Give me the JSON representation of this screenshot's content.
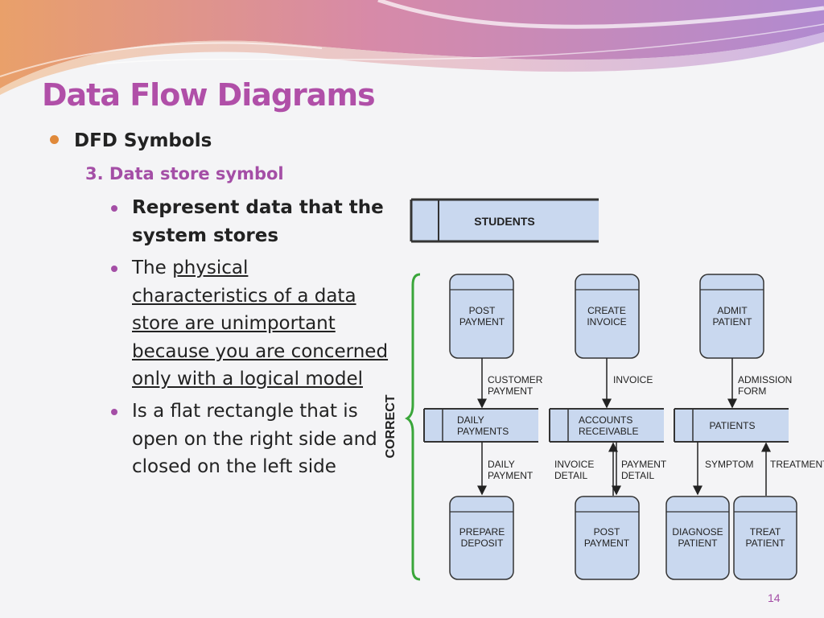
{
  "slide": {
    "title": "Data Flow Diagrams",
    "heading": "DFD Symbols",
    "subheading": "3. Data store symbol",
    "bullets": [
      "Represent data that the system stores",
      "The physical characteristics of a data store are unimportant because you are concerned only with a logical model",
      "Is a flat rectangle that is open on the right side and closed on the left side"
    ],
    "page_number": "14"
  },
  "diagram": {
    "students_store": "STUDENTS",
    "brace_label": "CORRECT",
    "processes_top": [
      {
        "line1": "POST",
        "line2": "PAYMENT"
      },
      {
        "line1": "CREATE",
        "line2": "INVOICE"
      },
      {
        "line1": "ADMIT",
        "line2": "PATIENT"
      }
    ],
    "flows_top": [
      {
        "line1": "CUSTOMER",
        "line2": "PAYMENT"
      },
      {
        "line1": "INVOICE",
        "line2": ""
      },
      {
        "line1": "ADMISSION",
        "line2": "FORM"
      }
    ],
    "stores": [
      {
        "line1": "DAILY",
        "line2": "PAYMENTS"
      },
      {
        "line1": "ACCOUNTS",
        "line2": "RECEIVABLE"
      },
      {
        "line1": "PATIENTS",
        "line2": ""
      }
    ],
    "flows_bottom": [
      {
        "line1": "DAILY",
        "line2": "PAYMENT"
      },
      {
        "line1": "INVOICE",
        "line2": "DETAIL"
      },
      {
        "line1": "PAYMENT",
        "line2": "DETAIL"
      },
      {
        "line1": "SYMPTOM",
        "line2": ""
      },
      {
        "line1": "TREATMENT",
        "line2": ""
      }
    ],
    "processes_bottom": [
      {
        "line1": "PREPARE",
        "line2": "DEPOSIT"
      },
      {
        "line1": "POST",
        "line2": "PAYMENT"
      },
      {
        "line1": "DIAGNOSE",
        "line2": "PATIENT"
      },
      {
        "line1": "TREAT",
        "line2": "PATIENT"
      }
    ]
  },
  "colors": {
    "title": "#b04fa8",
    "accent_bullet": "#e0893a",
    "shape_fill": "#c9d8ef",
    "brace": "#3aa63a"
  }
}
